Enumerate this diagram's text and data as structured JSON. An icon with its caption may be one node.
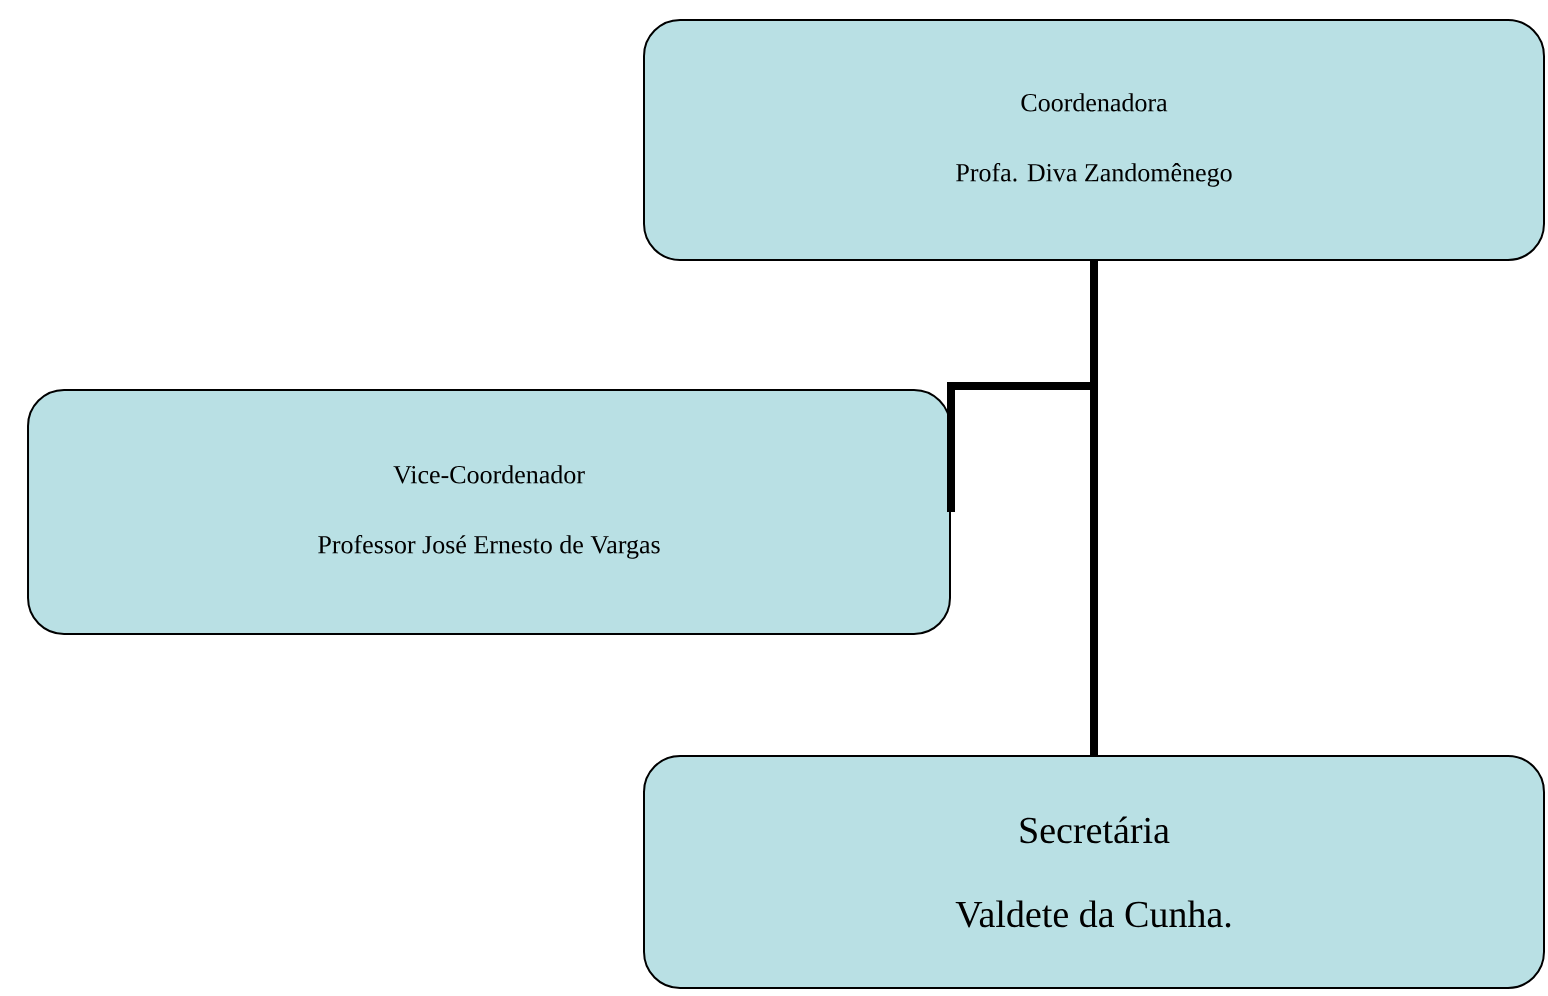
{
  "diagram": {
    "nodes": [
      {
        "text": [
          "Coordenadora",
          "Profa. Diva Zandomênego"
        ]
      },
      {
        "text": [
          "Vice-Coordenador",
          "Professor José Ernesto de Vargas"
        ]
      },
      {
        "text": [
          "Secretária",
          "Valdete da Cunha."
        ]
      }
    ],
    "edges": [
      {
        "from": 0,
        "to": 2,
        "arrow": "none"
      },
      {
        "from": 0,
        "to": 1,
        "arrow": "none"
      }
    ]
  }
}
